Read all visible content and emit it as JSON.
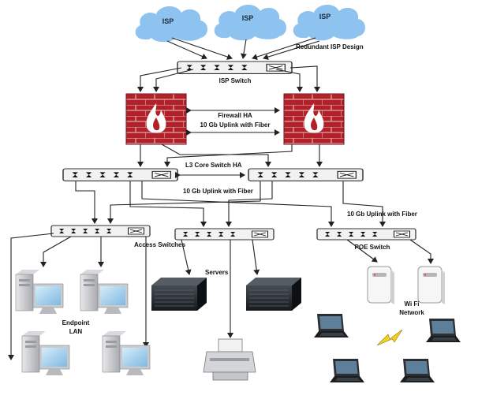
{
  "isp_clouds": [
    {
      "label": "ISP"
    },
    {
      "label": "ISP"
    },
    {
      "label": "ISP"
    }
  ],
  "labels": {
    "redundant_isp": "Redundant ISP Design",
    "isp_switch": "ISP Switch",
    "firewall_ha": "Firewall HA",
    "uplink_fiber_1": "10 Gb Uplink with Fiber",
    "core_switch": "L3 Core Switch HA",
    "uplink_fiber_2": "10 Gb Uplink with Fiber",
    "uplink_fiber_3": "10 Gb Uplink with Fiber",
    "access_switches": "Access Switches",
    "servers": "Servers",
    "poe_switch": "POE Switch",
    "endpoint_lan_1": "Endpoint",
    "endpoint_lan_2": "LAN",
    "wifi_1": "Wi Fi",
    "wifi_2": "Network"
  },
  "colors": {
    "cloud": "#8fc3ef",
    "brick": "#b3202a",
    "mortar": "#d9a7a7",
    "flame": "#ffffff",
    "switch_body": "#f2f2f2",
    "server": "#1e2326",
    "pc_screen": "#a9d3ee",
    "laptop": "#2b2f33",
    "bolt": "#f3d21c"
  },
  "icons": [
    "cloud-icon",
    "switch-icon",
    "firewall-icon",
    "server-icon",
    "desktop-pc-icon",
    "printer-icon",
    "access-point-icon",
    "laptop-icon",
    "lightning-icon"
  ]
}
